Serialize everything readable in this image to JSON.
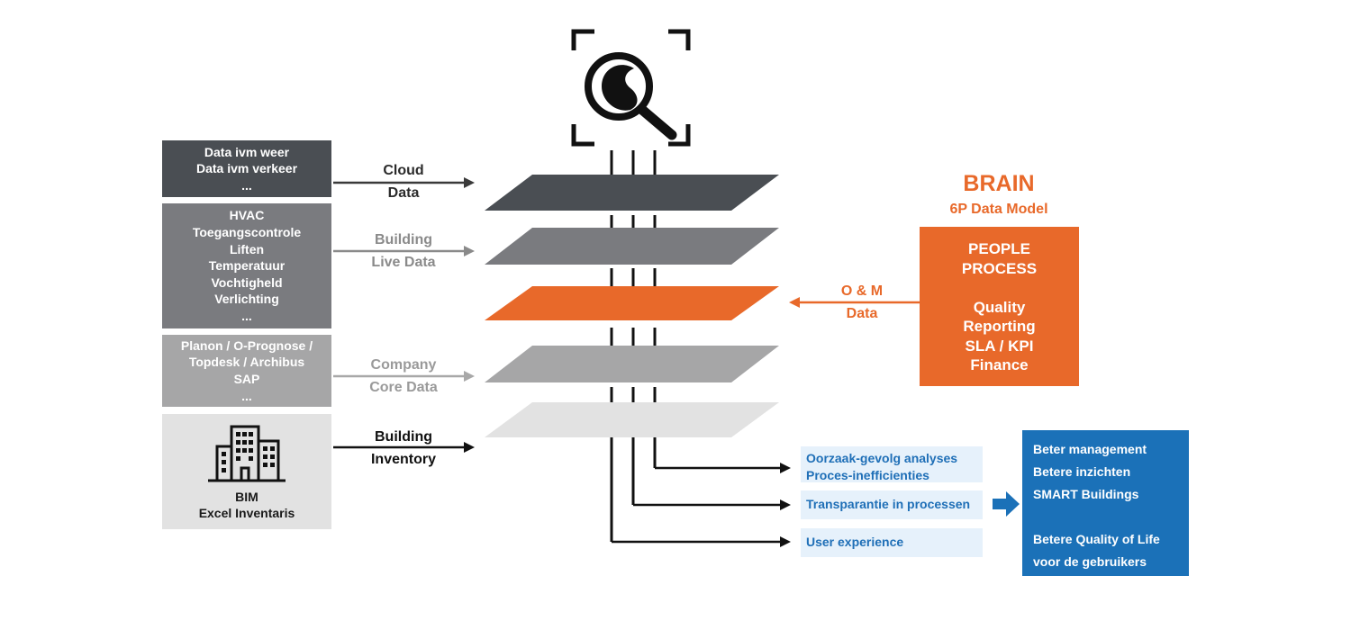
{
  "sources": {
    "cloud": [
      "Data ivm weer",
      "Data ivm verkeer",
      "..."
    ],
    "live": [
      "HVAC",
      "Toegangscontrole",
      "Liften",
      "Temperatuur",
      "Vochtigheld",
      "Verlichting",
      "..."
    ],
    "core": [
      "Planon / O-Prognose /",
      "Topdesk / Archibus",
      "SAP",
      "..."
    ],
    "inventory": [
      "BIM",
      "Excel Inventaris"
    ]
  },
  "labels": {
    "cloud": [
      "Cloud",
      "Data"
    ],
    "live": [
      "Building",
      "Live Data"
    ],
    "core": [
      "Company",
      "Core Data"
    ],
    "inventory": [
      "Building",
      "Inventory"
    ],
    "om": [
      "O & M",
      "Data"
    ]
  },
  "brain": {
    "title": "BRAIN",
    "subtitle": "6P Data Model",
    "lines": [
      "PEOPLE",
      "PROCESS",
      "",
      "Quality",
      "Reporting",
      "SLA / KPI",
      "Finance"
    ]
  },
  "outputs": {
    "analyses": [
      "Oorzaak-gevolg analyses",
      "Proces-inefficienties"
    ],
    "transparency": [
      "Transparantie in processen"
    ],
    "ux": [
      "User experience"
    ]
  },
  "result": [
    "Beter management",
    "Betere inzichten",
    "SMART Buildings",
    "",
    "Betere Quality of Life",
    "voor de gebruikers"
  ],
  "colors": {
    "layer_dark": "#4a4e53",
    "layer_mid": "#7a7b7f",
    "layer_orange": "#e8692a",
    "layer_light": "#a6a6a7",
    "layer_pale": "#e2e2e2",
    "brain": "#e8692a",
    "output_text": "#1f6fb7",
    "output_bg": "#e6f1fb",
    "result_bg": "#1b71b8"
  },
  "icons": {
    "top": "magnifier-scan-icon",
    "inventory": "building-icon"
  }
}
